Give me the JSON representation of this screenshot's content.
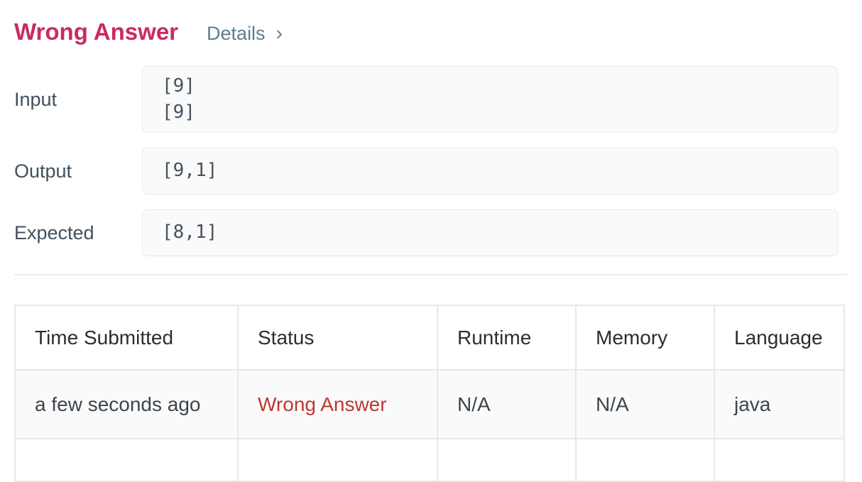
{
  "header": {
    "title": "Wrong Answer",
    "details_label": "Details",
    "chevron_icon": "›"
  },
  "sections": {
    "input": {
      "label": "Input",
      "value": "[9]\n[9]"
    },
    "output": {
      "label": "Output",
      "value": "[9,1]"
    },
    "expected": {
      "label": "Expected",
      "value": "[8,1]"
    }
  },
  "table": {
    "headers": [
      "Time Submitted",
      "Status",
      "Runtime",
      "Memory",
      "Language"
    ],
    "rows": [
      {
        "time_submitted": "a few seconds ago",
        "status": "Wrong Answer",
        "runtime": "N/A",
        "memory": "N/A",
        "language": "java"
      }
    ]
  },
  "colors": {
    "title_red": "#cc2a5c",
    "status_red": "#bf382e",
    "details_gray_blue": "#5f7d91"
  }
}
